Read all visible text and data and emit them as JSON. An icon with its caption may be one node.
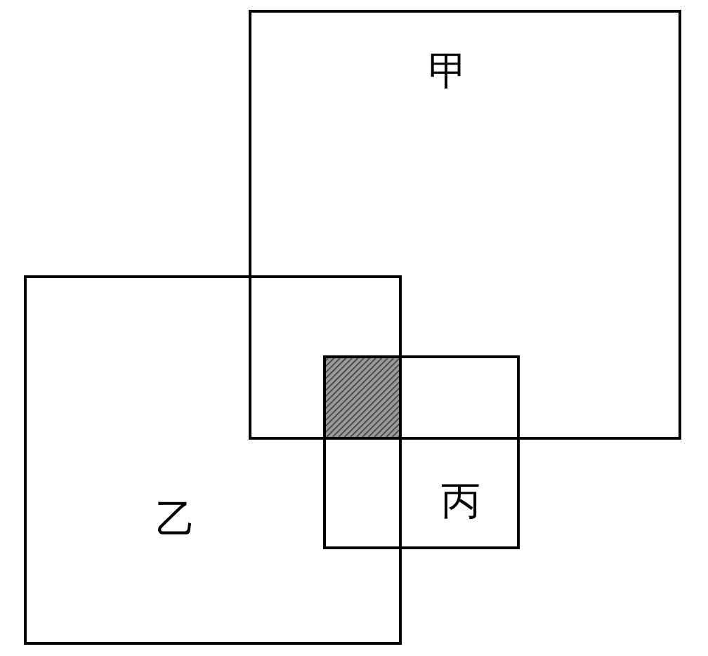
{
  "diagram": {
    "nodes": [
      {
        "text": [
          "甲"
        ]
      },
      {
        "text": [
          "乙"
        ]
      },
      {
        "text": [
          "丙"
        ]
      }
    ]
  }
}
